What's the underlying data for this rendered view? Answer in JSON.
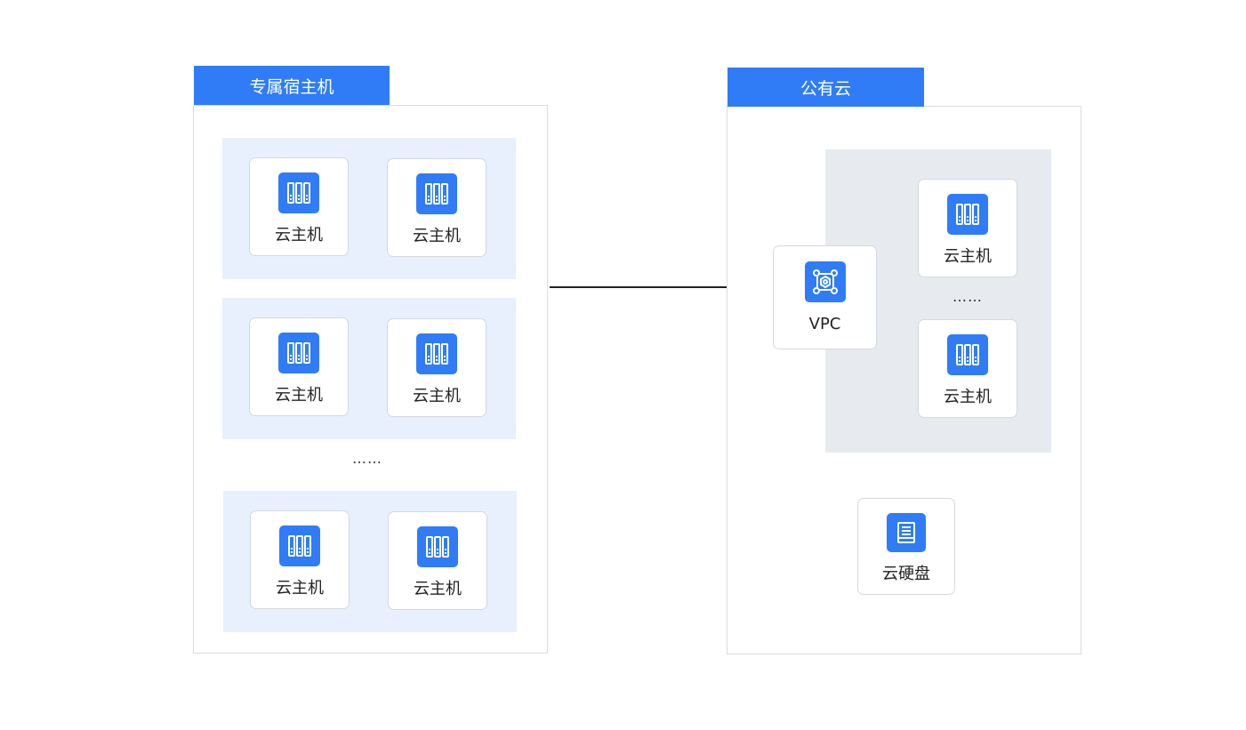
{
  "dedicated_host": {
    "title": "专属宿主机",
    "groups": [
      {
        "nodes": [
          {
            "label": "云主机"
          },
          {
            "label": "云主机"
          }
        ]
      },
      {
        "nodes": [
          {
            "label": "云主机"
          },
          {
            "label": "云主机"
          }
        ]
      },
      {
        "nodes": [
          {
            "label": "云主机"
          },
          {
            "label": "云主机"
          }
        ]
      }
    ],
    "ellipsis": "……"
  },
  "public_cloud": {
    "title": "公有云",
    "vpc": {
      "label": "VPC"
    },
    "vms": [
      {
        "label": "云主机"
      },
      {
        "label": "云主机"
      }
    ],
    "ellipsis": "……",
    "disk": {
      "label": "云硬盘"
    }
  },
  "colors": {
    "accent": "#2f7cf6",
    "blue_group": "#e8f0fd",
    "gray_group": "#e7ebef",
    "border": "#d9dde3",
    "connector": "#222222"
  },
  "icons": {
    "vm": "server-rack-icon",
    "vpc": "vpc-network-icon",
    "disk": "hard-disk-icon"
  }
}
